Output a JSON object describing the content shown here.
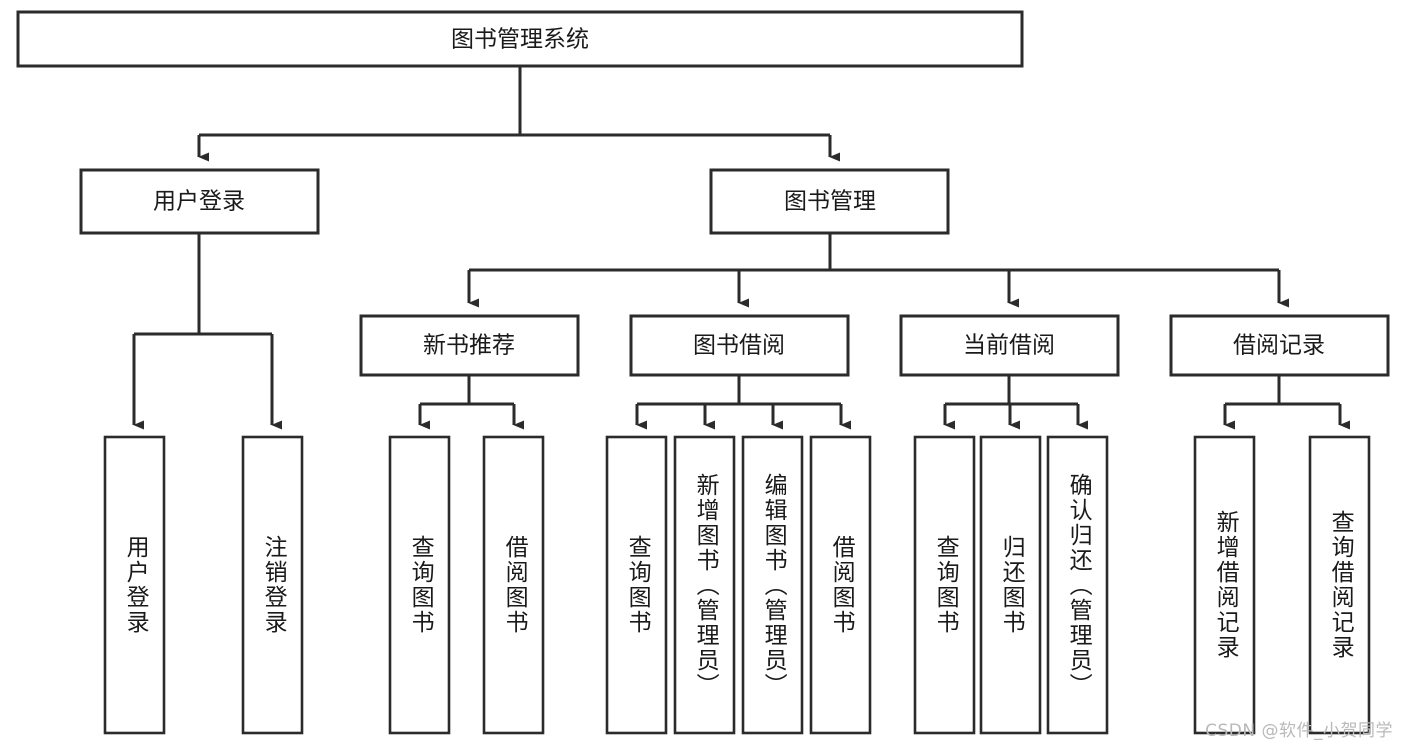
{
  "diagram": {
    "title": "图书管理系统",
    "type": "tree-hierarchy",
    "watermark": "CSDN @软件_小贺同学",
    "colors": {
      "box_stroke": "#2b2b2b",
      "box_fill": "#ffffff",
      "text": "#1a1a1a",
      "background": "#ffffff",
      "watermark": "#b9b9b9"
    },
    "root": {
      "label": "图书管理系统",
      "level": 0
    },
    "level1": [
      {
        "label": "用户登录"
      },
      {
        "label": "图书管理"
      }
    ],
    "level2": [
      {
        "label": "新书推荐"
      },
      {
        "label": "图书借阅"
      },
      {
        "label": "当前借阅"
      },
      {
        "label": "借阅记录"
      }
    ],
    "leaves": {
      "user_login": [
        {
          "label": "用户登录"
        },
        {
          "label": "注销登录"
        }
      ],
      "new_book_recommend": [
        {
          "label": "查询图书"
        },
        {
          "label": "借阅图书"
        }
      ],
      "book_borrow": [
        {
          "label": "查询图书"
        },
        {
          "label": "新增图书（管理员）"
        },
        {
          "label": "编辑图书（管理员）"
        },
        {
          "label": "借阅图书"
        }
      ],
      "current_borrow": [
        {
          "label": "查询图书"
        },
        {
          "label": "归还图书"
        },
        {
          "label": "确认归还（管理员）"
        }
      ],
      "borrow_record": [
        {
          "label": "新增借阅记录"
        },
        {
          "label": "查询借阅记录"
        }
      ]
    }
  },
  "chart_data": {
    "type": "table",
    "title": "图书管理系统",
    "nodes": [
      {
        "id": "root",
        "label": "图书管理系统",
        "level": 0,
        "parent": null
      },
      {
        "id": "n-user-login",
        "label": "用户登录",
        "level": 1,
        "parent": "root"
      },
      {
        "id": "n-book-manage",
        "label": "图书管理",
        "level": 1,
        "parent": "root"
      },
      {
        "id": "n-user-login-1",
        "label": "用户登录",
        "level": 2,
        "parent": "n-user-login"
      },
      {
        "id": "n-user-login-2",
        "label": "注销登录",
        "level": 2,
        "parent": "n-user-login"
      },
      {
        "id": "n-new-book",
        "label": "新书推荐",
        "level": 2,
        "parent": "n-book-manage"
      },
      {
        "id": "n-borrow",
        "label": "图书借阅",
        "level": 2,
        "parent": "n-book-manage"
      },
      {
        "id": "n-current",
        "label": "当前借阅",
        "level": 2,
        "parent": "n-book-manage"
      },
      {
        "id": "n-record",
        "label": "借阅记录",
        "level": 2,
        "parent": "n-book-manage"
      },
      {
        "id": "n-new-book-1",
        "label": "查询图书",
        "level": 3,
        "parent": "n-new-book"
      },
      {
        "id": "n-new-book-2",
        "label": "借阅图书",
        "level": 3,
        "parent": "n-new-book"
      },
      {
        "id": "n-borrow-1",
        "label": "查询图书",
        "level": 3,
        "parent": "n-borrow"
      },
      {
        "id": "n-borrow-2",
        "label": "新增图书（管理员）",
        "level": 3,
        "parent": "n-borrow"
      },
      {
        "id": "n-borrow-3",
        "label": "编辑图书（管理员）",
        "level": 3,
        "parent": "n-borrow"
      },
      {
        "id": "n-borrow-4",
        "label": "借阅图书",
        "level": 3,
        "parent": "n-borrow"
      },
      {
        "id": "n-current-1",
        "label": "查询图书",
        "level": 3,
        "parent": "n-current"
      },
      {
        "id": "n-current-2",
        "label": "归还图书",
        "level": 3,
        "parent": "n-current"
      },
      {
        "id": "n-current-3",
        "label": "确认归还（管理员）",
        "level": 3,
        "parent": "n-current"
      },
      {
        "id": "n-record-1",
        "label": "新增借阅记录",
        "level": 3,
        "parent": "n-record"
      },
      {
        "id": "n-record-2",
        "label": "查询借阅记录",
        "level": 3,
        "parent": "n-record"
      }
    ]
  }
}
